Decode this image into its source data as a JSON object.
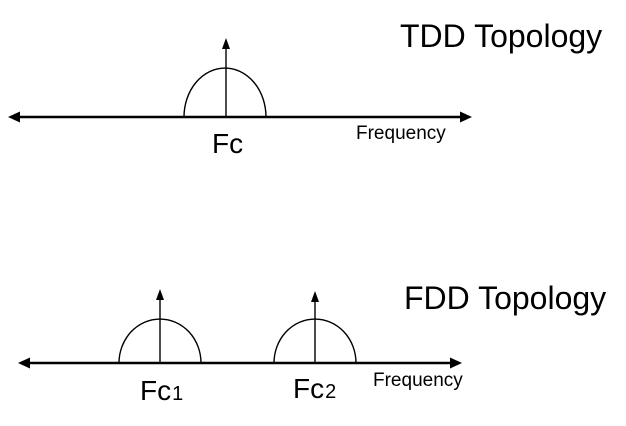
{
  "tdd": {
    "title": "TDD Topology",
    "axis_label": "Frequency",
    "carrier": "Fc"
  },
  "fdd": {
    "title": "FDD Topology",
    "axis_label": "Frequency",
    "carrier1": {
      "text": "Fc",
      "sub": "1"
    },
    "carrier2": {
      "text": "Fc",
      "sub": "2"
    }
  }
}
